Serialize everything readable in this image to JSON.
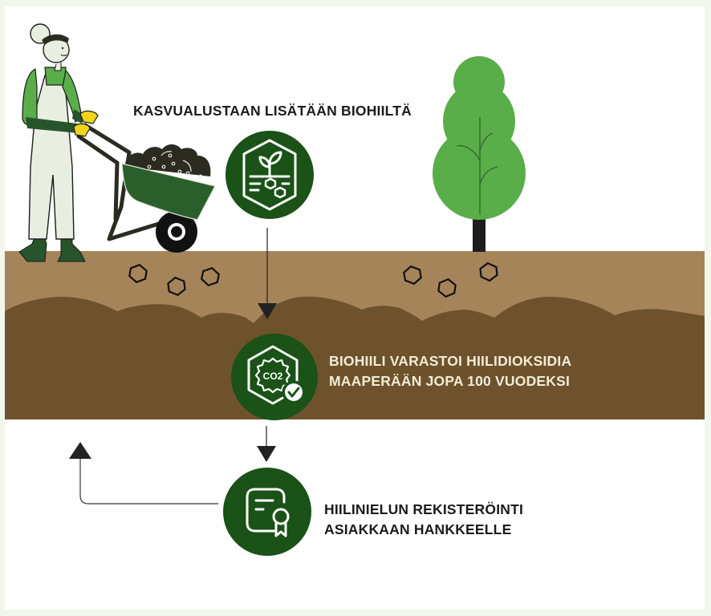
{
  "colors": {
    "page_background": "#f2f7ee",
    "canvas_background": "#ffffff",
    "topsoil": "#a6845a",
    "subsoil": "#6e522c",
    "icon_circle": "#1a5217",
    "tree_green": "#5aae4a",
    "wheelbarrow_green": "#2a5f2c",
    "text_dark": "#1b1b1b",
    "text_light": "#f1ecd9"
  },
  "steps": [
    {
      "id": "add-biochar",
      "icon": "soil-sprout-icon",
      "lines": [
        "KASVUALUSTAAN LISÄTÄÄN BIOHIILTÄ"
      ]
    },
    {
      "id": "store-co2",
      "icon": "co2-check-icon",
      "icon_text": "CO2",
      "lines": [
        "BIOHIILI VARASTOI HIILIDIOKSIDIA",
        "MAAPERÄÄN JOPA 100 VUODEKSI"
      ]
    },
    {
      "id": "register-sink",
      "icon": "certificate-icon",
      "lines": [
        "HIILINIELUN REKISTERÖINTI",
        "ASIAKKAAN HANKKEELLE"
      ]
    }
  ],
  "illustrations": {
    "gardener": "gardener-with-wheelbarrow",
    "tree": "tree",
    "biochar_particles": 6
  }
}
